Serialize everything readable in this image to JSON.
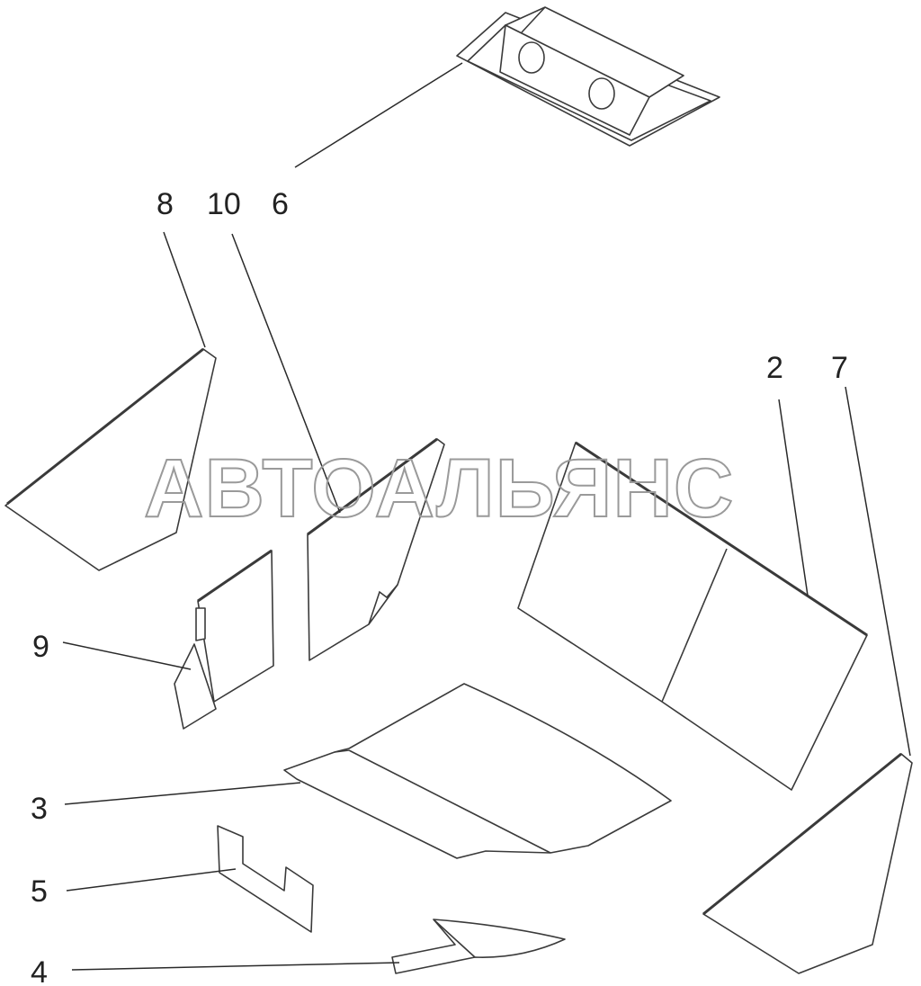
{
  "watermark": {
    "text": "АВТОАЛЬЯНС"
  },
  "callouts": [
    {
      "id": "2",
      "label": "2"
    },
    {
      "id": "3",
      "label": "3"
    },
    {
      "id": "4",
      "label": "4"
    },
    {
      "id": "5",
      "label": "5"
    },
    {
      "id": "6",
      "label": "6"
    },
    {
      "id": "7",
      "label": "7"
    },
    {
      "id": "8",
      "label": "8"
    },
    {
      "id": "9",
      "label": "9"
    },
    {
      "id": "10",
      "label": "10"
    }
  ]
}
